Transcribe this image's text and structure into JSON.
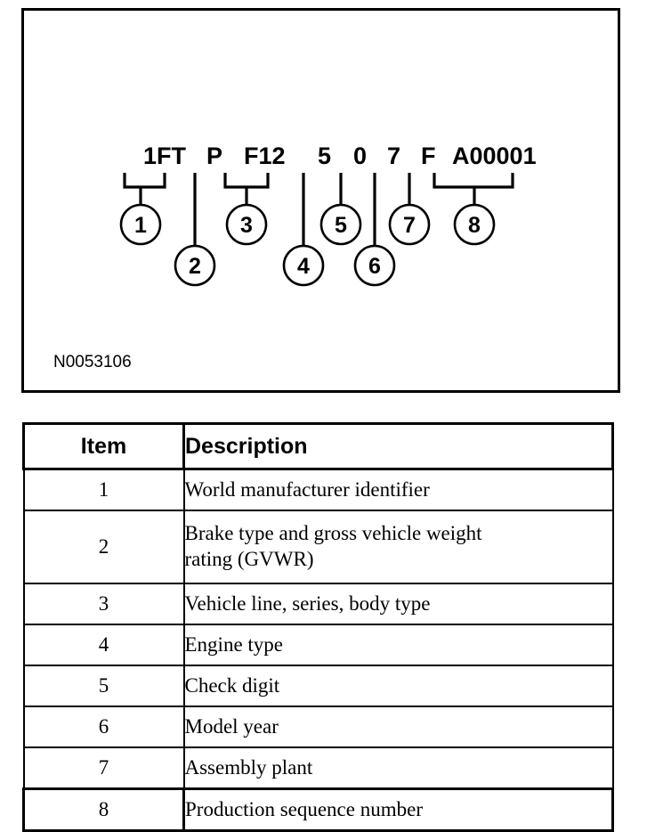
{
  "diagram": {
    "figure_id": "N0053106",
    "vin_segments": [
      {
        "text": "1FT",
        "callout": "1",
        "bracket": true,
        "row": "upper"
      },
      {
        "text": "P",
        "callout": "2",
        "bracket": false,
        "row": "lower"
      },
      {
        "text": "F12",
        "callout": "3",
        "bracket": true,
        "row": "upper"
      },
      {
        "text": "5",
        "callout": "4",
        "bracket": false,
        "row": "lower"
      },
      {
        "text": "0",
        "callout": "5",
        "bracket": false,
        "row": "upper"
      },
      {
        "text": "7",
        "callout": "6",
        "bracket": false,
        "row": "lower"
      },
      {
        "text": "F",
        "callout": "7",
        "bracket": false,
        "row": "upper"
      },
      {
        "text": "A00001",
        "callout": "8",
        "bracket": true,
        "row": "upper"
      }
    ],
    "full_vin": "1FTPF125 0 7 F A00001"
  },
  "legend": {
    "columns": [
      "Item",
      "Description"
    ],
    "rows": [
      {
        "item": "1",
        "description": "World manufacturer identifier"
      },
      {
        "item": "2",
        "description": "Brake type and gross vehicle weight rating (GVWR)",
        "lines": [
          "Brake type and gross vehicle weight",
          "rating (GVWR)"
        ]
      },
      {
        "item": "3",
        "description": "Vehicle line, series, body type"
      },
      {
        "item": "4",
        "description": "Engine type"
      },
      {
        "item": "5",
        "description": "Check digit"
      },
      {
        "item": "6",
        "description": "Model year"
      },
      {
        "item": "7",
        "description": "Assembly plant"
      },
      {
        "item": "8",
        "description": "Production sequence number"
      }
    ]
  },
  "colors": {
    "ink": "#000000",
    "paper": "#ffffff"
  }
}
